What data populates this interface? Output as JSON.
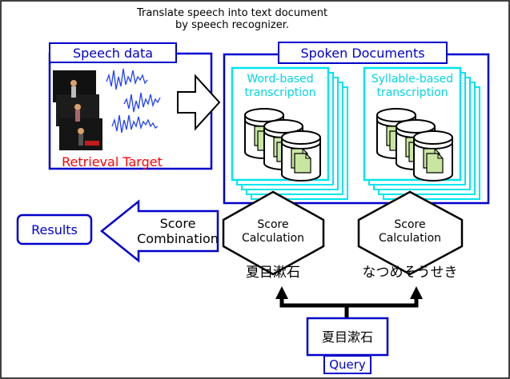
{
  "header": {
    "line1": "Translate speech into text document",
    "line2": "by speech recognizer."
  },
  "speech_panel": {
    "title": "Speech data",
    "caption": "Retrieval Target",
    "caption_color": "#ff0000"
  },
  "spoken_panel": {
    "title": "Spoken Documents",
    "word_stack": [
      "Word-based",
      "transcription"
    ],
    "syllable_stack": [
      "Syllable-based",
      "transcription"
    ]
  },
  "score_left": [
    "Score",
    "Calculation"
  ],
  "score_right": [
    "Score",
    "Calculation"
  ],
  "combination": [
    "Score",
    "Combination"
  ],
  "results_label": "Results",
  "query_kanji": "夏目漱石",
  "query_kana": "なつめそうせき",
  "query_box": {
    "text": "夏目漱石",
    "label": "Query"
  },
  "colors": {
    "frame_blue": "#0000cc",
    "stack_cyan": "#00e5ee",
    "doc_green": "#c8e6a0",
    "border": "#000000"
  },
  "icons": [
    "database-icon",
    "document-icon",
    "right-arrow-icon",
    "left-arrow-icon",
    "waveform-icon",
    "photo-thumbnail"
  ]
}
